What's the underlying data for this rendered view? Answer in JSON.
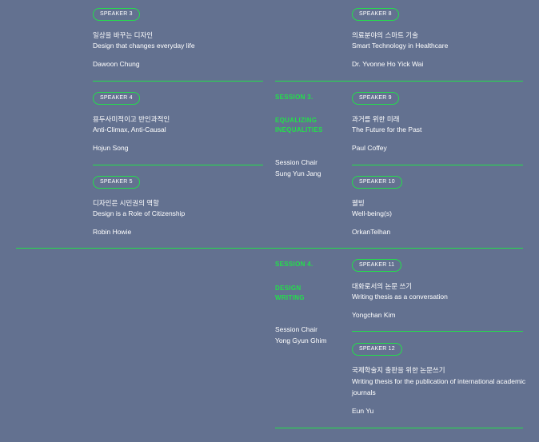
{
  "left_speakers": [
    {
      "badge": "SPEAKER 3",
      "title_ko": "일상을 바꾸는 디자인",
      "title_en": "Design that changes everyday life",
      "name": "Dawoon Chung"
    },
    {
      "badge": "SPEAKER 4",
      "title_ko": "용두사미적이고 반인과적인",
      "title_en": "Anti-Climax, Anti-Causal",
      "name": "Hojun Song"
    },
    {
      "badge": "SPEAKER 5",
      "title_ko": "디자인은 시민권의 역할",
      "title_en": "Design is a Role of Citizenship",
      "name": "Robin Howie"
    }
  ],
  "sessions": [
    {
      "label": "SESSION 3.",
      "title_line1": "EQUALIZING",
      "title_line2": "INEQUALITIES",
      "chair_label": "Session Chair",
      "chair_name": "Sung Yun Jang"
    },
    {
      "label": "SESSION 4.",
      "title_line1": "DESIGN",
      "title_line2": "WRITING",
      "chair_label": "Session Chair",
      "chair_name": "Yong Gyun Ghim"
    }
  ],
  "right_speakers": [
    {
      "badge": "SPEAKER 8",
      "title_ko": "의료분야의 스마트 기술",
      "title_en": "Smart Technology in Healthcare",
      "name": "Dr. Yvonne Ho Yick Wai"
    },
    {
      "badge": "SPEAKER 9",
      "title_ko": "과거를 위한 미래",
      "title_en": "The Future for the Past",
      "name": "Paul Coffey"
    },
    {
      "badge": "SPEAKER 10",
      "title_ko": "웰빙",
      "title_en": "Well-being(s)",
      "name": "OrkanTelhan"
    },
    {
      "badge": "SPEAKER 11",
      "title_ko": "대화로서의 논문 쓰기",
      "title_en": "Writing thesis as a conversation",
      "name": "Yongchan Kim"
    },
    {
      "badge": "SPEAKER 12",
      "title_ko": "국제학술지 출판을 위한 논문쓰기",
      "title_en": "Writing thesis for the publication of international academic journals",
      "name": "Eun Yu"
    }
  ],
  "colors": {
    "background": "#637190",
    "accent": "#22e04a",
    "text": "#ffffff"
  }
}
